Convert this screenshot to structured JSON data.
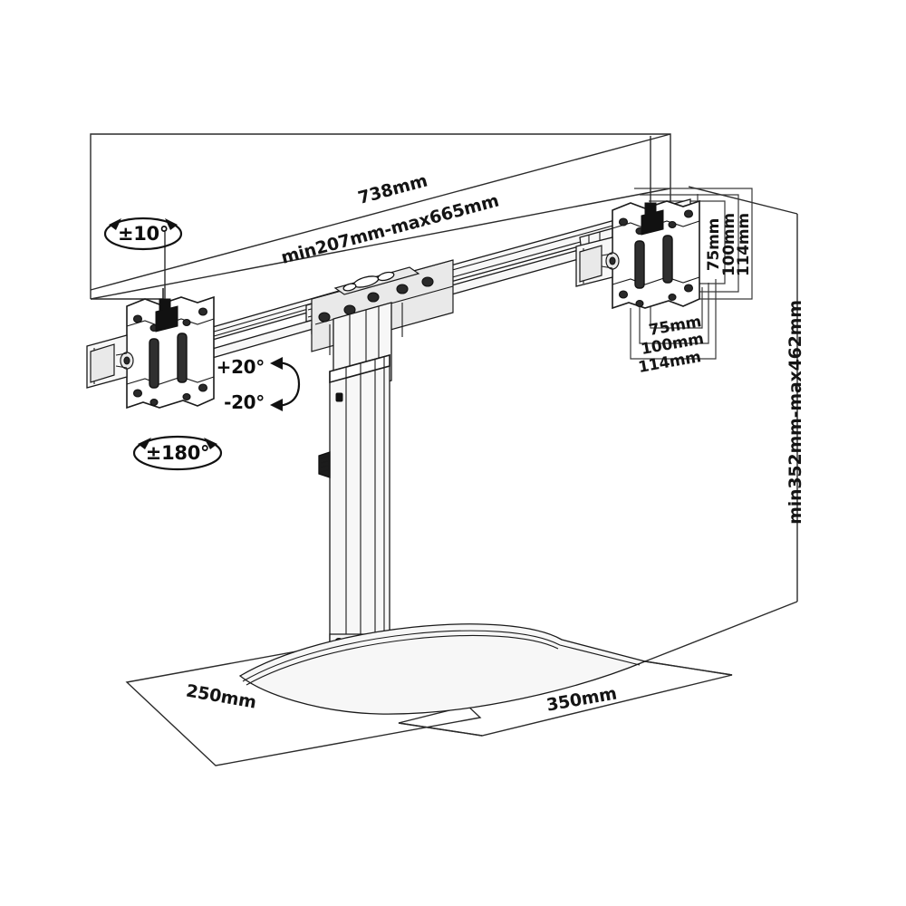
{
  "drawing": {
    "title": "Dual monitor desk stand technical dimension drawing",
    "units": "mm",
    "line_color": "#1a1a1a",
    "background": "#ffffff"
  },
  "dimensions": {
    "overall_width": "738mm",
    "arm_span_range": "min207mm-max665mm",
    "height_range": "min352mm-max462mm",
    "base_depth": "250mm",
    "base_width": "350mm"
  },
  "vesa": {
    "right_vertical": [
      "75mm",
      "100mm",
      "114mm"
    ],
    "right_horizontal": [
      "75mm",
      "100mm",
      "114mm"
    ]
  },
  "angles": {
    "tilt_swivel": "±10°",
    "tilt_up": "+20°",
    "tilt_down": "-20°",
    "rotation": "±180°"
  },
  "labels": {
    "overall_width": "738mm",
    "arm_span": "min207mm-max665mm",
    "height": "min352mm-max462mm",
    "base_depth": "250mm",
    "base_width": "350mm",
    "vesa_v_75": "75mm",
    "vesa_v_100": "100mm",
    "vesa_v_114": "114mm",
    "vesa_h_75": "75mm",
    "vesa_h_100": "100mm",
    "vesa_h_114": "114mm",
    "angle_10": "±10°",
    "angle_plus20": "+20°",
    "angle_minus20": "-20°",
    "angle_180": "±180°"
  }
}
